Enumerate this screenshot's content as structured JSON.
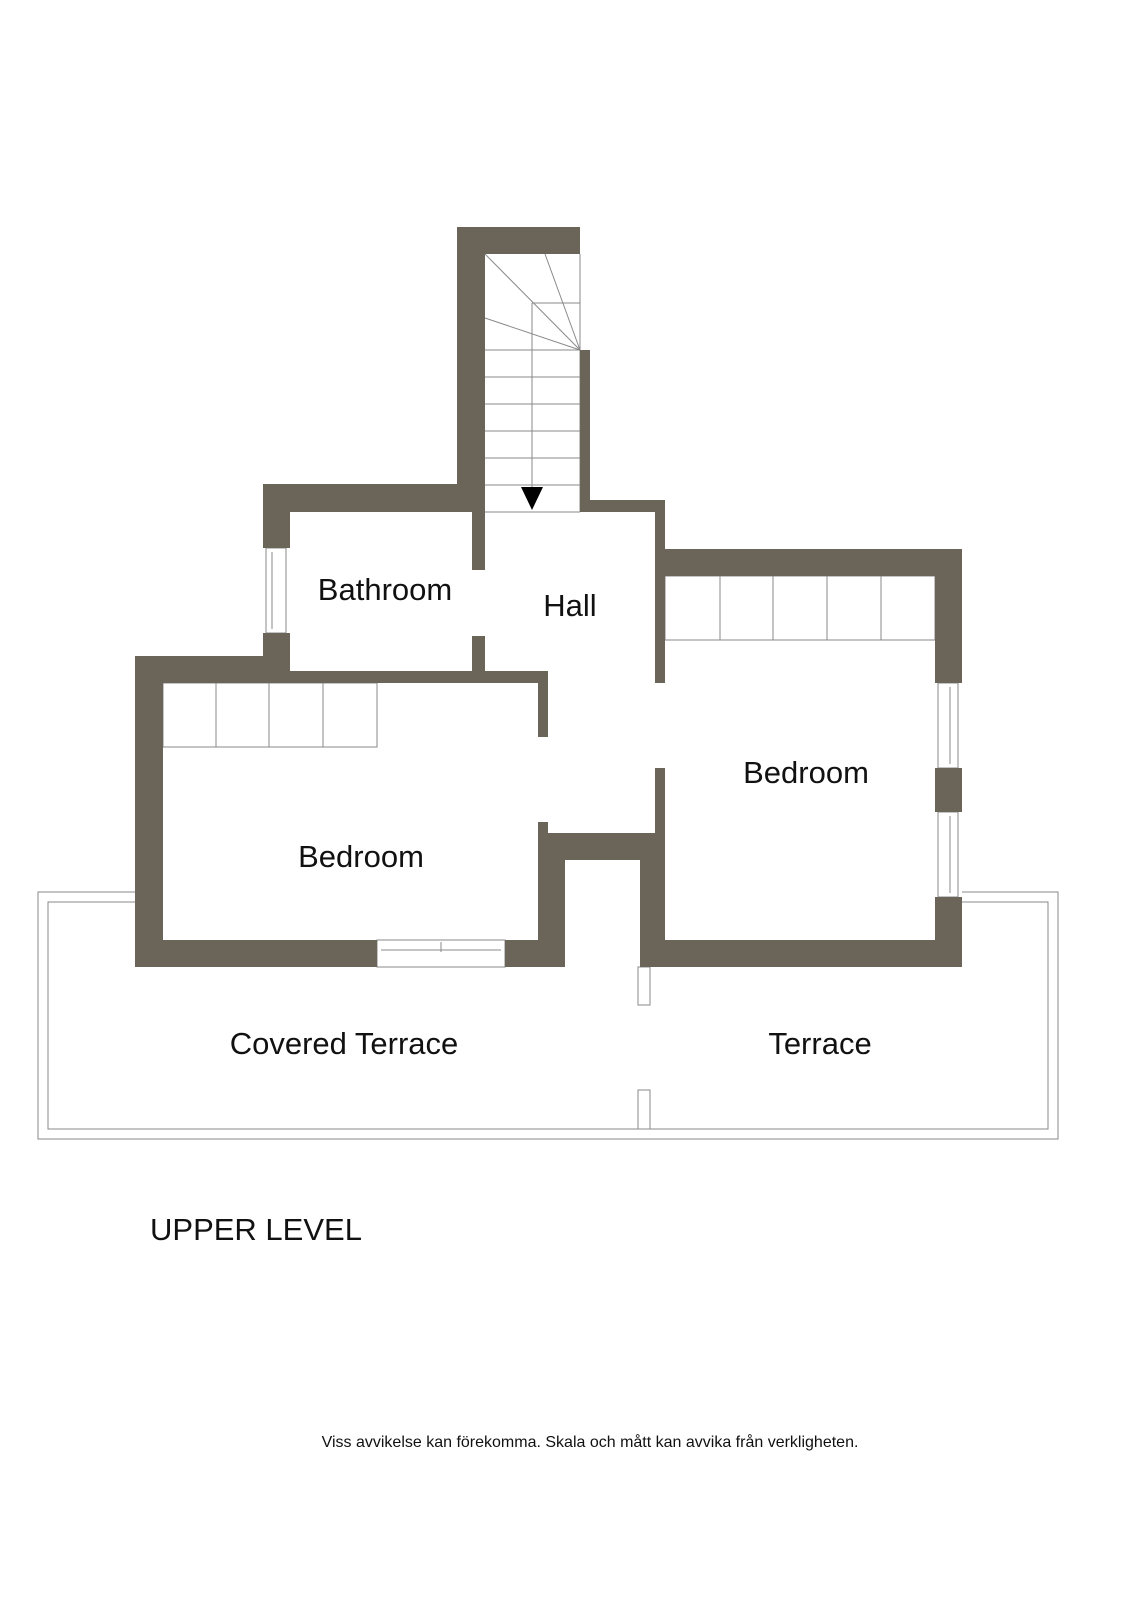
{
  "plan": {
    "level_title": "UPPER LEVEL",
    "rooms": {
      "bathroom": "Bathroom",
      "hall": "Hall",
      "bedroom_right": "Bedroom",
      "bedroom_left": "Bedroom",
      "covered_terrace": "Covered Terrace",
      "terrace": "Terrace"
    },
    "disclaimer": "Viss avvikelse kan förekomma. Skala och mått kan avvika från verkligheten.",
    "colors": {
      "wall": "#6b6459",
      "outline": "#8a8a8a"
    }
  }
}
